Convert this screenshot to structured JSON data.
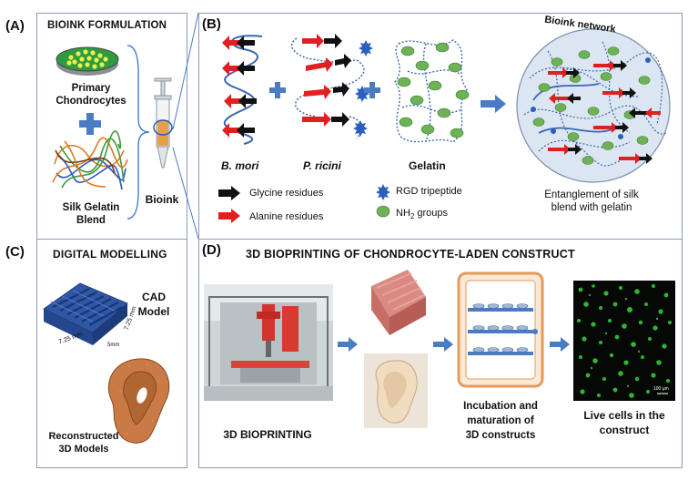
{
  "panels": {
    "A": {
      "label": "(A)",
      "title": "BIOINK FORMULATION",
      "chondro": [
        "Primary",
        "Chondrocytes"
      ],
      "silk": [
        "Silk Gelatin",
        "Blend"
      ],
      "bioink": "Bioink"
    },
    "B": {
      "label": "(B)",
      "bmori": "B. mori",
      "pricini": "P. ricini",
      "gelatin": "Gelatin",
      "network": "Bioink network",
      "entangle": [
        "Entanglement of silk",
        "blend with gelatin"
      ],
      "legend": {
        "glycine": "Glycine residues",
        "alanine": "Alanine residues",
        "rgd": "RGD tripeptide",
        "nh2_prefix": "NH",
        "nh2_sub": "2",
        "nh2_suffix": " groups"
      }
    },
    "C": {
      "label": "(C)",
      "title": "DIGITAL MODELLING",
      "cad": [
        "CAD",
        "Model"
      ],
      "dim1": "7.25 mm",
      "dim2": "7.25 mm",
      "dim3": "5mm",
      "recon": [
        "Reconstructed",
        "3D Models"
      ]
    },
    "D": {
      "label": "(D)",
      "title": "3D BIOPRINTING OF CHONDROCYTE-LADEN CONSTRUCT",
      "bioprinting": "3D BIOPRINTING",
      "incubation": [
        "Incubation and",
        "maturation of",
        "3D constructs"
      ],
      "live": [
        "Live cells in the",
        "construct"
      ],
      "scale": "100 μm"
    }
  },
  "colors": {
    "arrow_blue": "#4a7cc4",
    "glycine": "#111111",
    "alanine": "#e02020",
    "gelatin_dot": "#6db356",
    "strand_blue": "#3b66b0",
    "rgd": "#2b5fbf",
    "cad_blue": "#2f57a6",
    "ear": "#c97a45"
  }
}
